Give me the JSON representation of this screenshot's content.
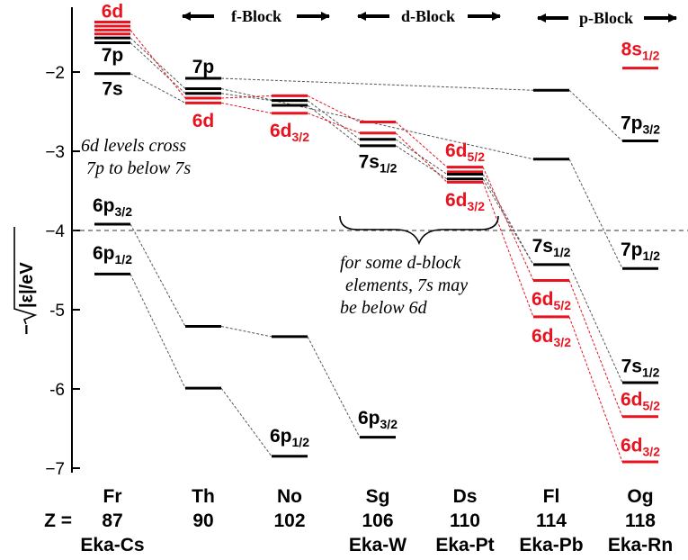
{
  "axis": {
    "ylabel_prefix": "−",
    "ylabel_radicand": "|ε|/eV",
    "ticks": [
      {
        "value": -2,
        "label": "−2"
      },
      {
        "value": -3,
        "label": "−3"
      },
      {
        "value": -4,
        "label": "−4"
      },
      {
        "value": -5,
        "label": "-5"
      },
      {
        "value": -6,
        "label": "-6"
      },
      {
        "value": -7,
        "label": "−7"
      }
    ],
    "ylim": [
      -7.25,
      -1.05
    ],
    "reference_line": -4
  },
  "blocks": [
    {
      "label": "f-Block"
    },
    {
      "label": "d-Block"
    },
    {
      "label": "p-Block"
    }
  ],
  "colors": {
    "black": "#000000",
    "red": "#e8131f",
    "dash": "#555555"
  },
  "elements": [
    {
      "symbol": "Fr",
      "z": "87",
      "eka": "Eka-Cs"
    },
    {
      "symbol": "Th",
      "z": "90",
      "eka": ""
    },
    {
      "symbol": "No",
      "z": "102",
      "eka": ""
    },
    {
      "symbol": "Sg",
      "z": "106",
      "eka": "Eka-W"
    },
    {
      "symbol": "Ds",
      "z": "110",
      "eka": "Eka-Pt"
    },
    {
      "symbol": "Fl",
      "z": "114",
      "eka": "Eka-Pb"
    },
    {
      "symbol": "Og",
      "z": "118",
      "eka": "Eka-Rn"
    }
  ],
  "z_prefix": "Z =",
  "chart_data": {
    "type": "energy-level-diagram",
    "ylabel": "−√|ε|/eV",
    "ylim": [
      -7.25,
      -1.05
    ],
    "levels": [
      {
        "element": "Fr",
        "values": [
          -1.37,
          -1.42,
          -1.47,
          -1.52
        ],
        "color": "red"
      },
      {
        "element": "Fr",
        "values": [
          -1.57,
          -1.63
        ],
        "color": "black"
      },
      {
        "element": "Fr",
        "values": [
          -2.02
        ],
        "color": "black"
      },
      {
        "element": "Fr",
        "values": [
          -3.92
        ],
        "color": "black"
      },
      {
        "element": "Fr",
        "values": [
          -4.55
        ],
        "color": "black"
      },
      {
        "element": "Th",
        "values": [
          -2.08
        ],
        "color": "black"
      },
      {
        "element": "Th",
        "values": [
          -2.21,
          -2.27
        ],
        "color": "black"
      },
      {
        "element": "Th",
        "values": [
          -2.33,
          -2.39
        ],
        "color": "red"
      },
      {
        "element": "Th",
        "values": [
          -5.21,
          -5.99
        ],
        "color": "black"
      },
      {
        "element": "No",
        "values": [
          -2.3
        ],
        "color": "red"
      },
      {
        "element": "No",
        "values": [
          -2.36,
          -2.42
        ],
        "color": "black"
      },
      {
        "element": "No",
        "values": [
          -2.52
        ],
        "color": "red"
      },
      {
        "element": "No",
        "values": [
          -5.34,
          -6.85
        ],
        "color": "black"
      },
      {
        "element": "Sg",
        "values": [
          -2.63,
          -2.77
        ],
        "color": "red"
      },
      {
        "element": "Sg",
        "values": [
          -2.85,
          -2.93
        ],
        "color": "black"
      },
      {
        "element": "Sg",
        "values": [
          -6.61
        ],
        "color": "black"
      },
      {
        "element": "Ds",
        "values": [
          -3.2,
          -3.26
        ],
        "color": "red"
      },
      {
        "element": "Ds",
        "values": [
          -3.29,
          -3.35
        ],
        "color": "black"
      },
      {
        "element": "Ds",
        "values": [
          -3.39
        ],
        "color": "red"
      },
      {
        "element": "Fl",
        "values": [
          -2.23,
          -3.1,
          -4.43
        ],
        "color": "black"
      },
      {
        "element": "Fl",
        "values": [
          -4.63,
          -5.09
        ],
        "color": "red"
      },
      {
        "element": "Og",
        "values": [
          -1.95
        ],
        "color": "red"
      },
      {
        "element": "Og",
        "values": [
          -2.87,
          -4.48,
          -5.92
        ],
        "color": "black"
      },
      {
        "element": "Og",
        "values": [
          -6.35,
          -6.92
        ],
        "color": "red"
      }
    ],
    "labels": [
      {
        "element": "Fr",
        "main": "6d",
        "sub": "",
        "value": -1.22,
        "color": "red"
      },
      {
        "element": "Fr",
        "main": "7p",
        "sub": "",
        "value": -1.77,
        "color": "black"
      },
      {
        "element": "Fr",
        "main": "7s",
        "sub": "",
        "value": -2.2,
        "color": "black"
      },
      {
        "element": "Fr",
        "main": "6p",
        "sub": "3/2",
        "value": -3.67,
        "color": "black"
      },
      {
        "element": "Fr",
        "main": "6p",
        "sub": "1/2",
        "value": -4.27,
        "color": "black"
      },
      {
        "element": "Th",
        "main": "7p",
        "sub": "",
        "value": -1.92,
        "color": "black"
      },
      {
        "element": "Th",
        "main": "6d",
        "sub": "",
        "value": -2.6,
        "color": "red"
      },
      {
        "element": "No",
        "main": "6d",
        "sub": "3/2",
        "value": -2.73,
        "color": "red"
      },
      {
        "element": "No",
        "main": "6p",
        "sub": "1/2",
        "value": -6.58,
        "color": "black"
      },
      {
        "element": "Sg",
        "main": "7s",
        "sub": "1/2",
        "value": -3.12,
        "color": "black"
      },
      {
        "element": "Sg",
        "main": "6p",
        "sub": "3/2",
        "value": -6.35,
        "color": "black"
      },
      {
        "element": "Ds",
        "main": "6d",
        "sub": "5/2",
        "value": -2.98,
        "color": "red"
      },
      {
        "element": "Ds",
        "main": "6d",
        "sub": "3/2",
        "value": -3.6,
        "color": "red"
      },
      {
        "element": "Fl",
        "main": "7s",
        "sub": "1/2",
        "value": -4.18,
        "color": "black"
      },
      {
        "element": "Fl",
        "main": "6d",
        "sub": "5/2",
        "value": -4.85,
        "color": "red"
      },
      {
        "element": "Fl",
        "main": "6d",
        "sub": "3/2",
        "value": -5.32,
        "color": "red"
      },
      {
        "element": "Og",
        "main": "8s",
        "sub": "1/2",
        "value": -1.7,
        "color": "red"
      },
      {
        "element": "Og",
        "main": "7p",
        "sub": "3/2",
        "value": -2.63,
        "color": "black"
      },
      {
        "element": "Og",
        "main": "7p",
        "sub": "1/2",
        "value": -4.23,
        "color": "black"
      },
      {
        "element": "Og",
        "main": "7s",
        "sub": "1/2",
        "value": -5.7,
        "color": "black"
      },
      {
        "element": "Og",
        "main": "6d",
        "sub": "5/2",
        "value": -6.12,
        "color": "red"
      },
      {
        "element": "Og",
        "main": "6d",
        "sub": "3/2",
        "value": -6.7,
        "color": "red"
      }
    ],
    "connectors": [
      {
        "from": [
          "Fr",
          -1.57
        ],
        "to": [
          "Th",
          -2.21
        ],
        "color": "black"
      },
      {
        "from": [
          "Fr",
          -1.63
        ],
        "to": [
          "Th",
          -2.27
        ],
        "color": "black"
      },
      {
        "from": [
          "Fr",
          -2.02
        ],
        "to": [
          "Th",
          -2.39
        ],
        "color": "black"
      },
      {
        "from": [
          "Fr",
          -1.47
        ],
        "to": [
          "Th",
          -2.33
        ],
        "color": "red"
      },
      {
        "from": [
          "Fr",
          -3.92
        ],
        "to": [
          "Th",
          -5.21
        ],
        "color": "black"
      },
      {
        "from": [
          "Fr",
          -4.55
        ],
        "to": [
          "Th",
          -5.99
        ],
        "color": "black"
      },
      {
        "from": [
          "Th",
          -2.08
        ],
        "to": [
          "Fl",
          -2.23
        ],
        "color": "black"
      },
      {
        "from": [
          "Th",
          -2.21
        ],
        "to": [
          "Fl",
          -3.1
        ],
        "color": "black"
      },
      {
        "from": [
          "Th",
          -2.27
        ],
        "to": [
          "No",
          -2.36
        ],
        "color": "black"
      },
      {
        "from": [
          "Th",
          -2.33
        ],
        "to": [
          "No",
          -2.3
        ],
        "color": "red"
      },
      {
        "from": [
          "Th",
          -2.39
        ],
        "to": [
          "No",
          -2.52
        ],
        "color": "red"
      },
      {
        "from": [
          "Th",
          -5.21
        ],
        "to": [
          "No",
          -5.34
        ],
        "color": "black"
      },
      {
        "from": [
          "Th",
          -5.99
        ],
        "to": [
          "No",
          -6.85
        ],
        "color": "black"
      },
      {
        "from": [
          "No",
          -5.34
        ],
        "to": [
          "Sg",
          -6.61
        ],
        "color": "black"
      },
      {
        "from": [
          "No",
          -2.36
        ],
        "to": [
          "Sg",
          -2.85
        ],
        "color": "black"
      },
      {
        "from": [
          "No",
          -2.42
        ],
        "to": [
          "Sg",
          -2.93
        ],
        "color": "black"
      },
      {
        "from": [
          "No",
          -2.3
        ],
        "to": [
          "Sg",
          -2.63
        ],
        "color": "red"
      },
      {
        "from": [
          "No",
          -2.52
        ],
        "to": [
          "Sg",
          -2.77
        ],
        "color": "red"
      },
      {
        "from": [
          "Sg",
          -2.63
        ],
        "to": [
          "Ds",
          -3.2
        ],
        "color": "red"
      },
      {
        "from": [
          "Sg",
          -2.77
        ],
        "to": [
          "Ds",
          -3.39
        ],
        "color": "red"
      },
      {
        "from": [
          "Sg",
          -2.85
        ],
        "to": [
          "Ds",
          -3.29
        ],
        "color": "black"
      },
      {
        "from": [
          "Sg",
          -2.93
        ],
        "to": [
          "Ds",
          -3.35
        ],
        "color": "black"
      },
      {
        "from": [
          "Ds",
          -3.29
        ],
        "to": [
          "Fl",
          -4.43
        ],
        "color": "black"
      },
      {
        "from": [
          "Ds",
          -3.35
        ],
        "to": [
          "Fl",
          -4.43
        ],
        "color": "black"
      },
      {
        "from": [
          "Ds",
          -3.2
        ],
        "to": [
          "Fl",
          -4.63
        ],
        "color": "red"
      },
      {
        "from": [
          "Ds",
          -3.39
        ],
        "to": [
          "Fl",
          -5.09
        ],
        "color": "red"
      },
      {
        "from": [
          "Fl",
          -2.23
        ],
        "to": [
          "Og",
          -2.87
        ],
        "color": "black"
      },
      {
        "from": [
          "Fl",
          -3.1
        ],
        "to": [
          "Og",
          -4.48
        ],
        "color": "black"
      },
      {
        "from": [
          "Fl",
          -4.43
        ],
        "to": [
          "Og",
          -5.92
        ],
        "color": "black"
      },
      {
        "from": [
          "Fl",
          -4.63
        ],
        "to": [
          "Og",
          -6.35
        ],
        "color": "red"
      },
      {
        "from": [
          "Fl",
          -5.09
        ],
        "to": [
          "Og",
          -6.92
        ],
        "color": "red"
      }
    ]
  },
  "annotations": {
    "crossing_note": [
      "6d levels cross",
      "7p to below 7s"
    ],
    "dblock_note": [
      "for some d-block",
      "elements, 7s may",
      "be below 6d"
    ]
  }
}
